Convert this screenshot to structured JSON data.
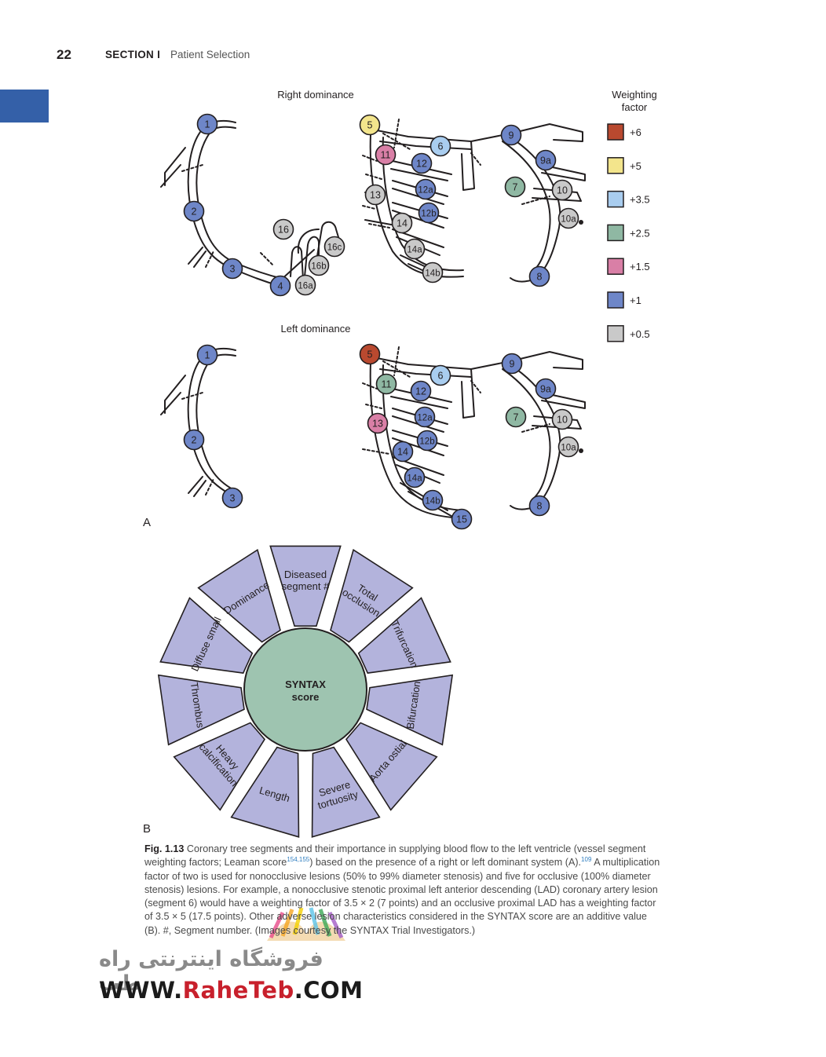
{
  "header": {
    "page_number": "22",
    "section_label": "SECTION I",
    "section_title": "Patient Selection"
  },
  "colors": {
    "side_tab": "#3460a8",
    "w6": "#b9492f",
    "w5": "#f3e58c",
    "w3_5": "#a9cdef",
    "w2_5": "#8fb8a3",
    "w1_5": "#d97fa6",
    "w1": "#6e86c8",
    "w0_5": "#c9c9c9",
    "wheel_center": "#9ec4b0",
    "wheel_petal": "#b3b3dc"
  },
  "panel_a": {
    "label": "A",
    "right_title": "Right dominance",
    "left_title": "Left dominance",
    "legend": {
      "title_line1": "Weighting",
      "title_line2": "factor",
      "items": [
        {
          "value": "+6",
          "color": "w6"
        },
        {
          "value": "+5",
          "color": "w5"
        },
        {
          "value": "+3.5",
          "color": "w3_5"
        },
        {
          "value": "+2.5",
          "color": "w2_5"
        },
        {
          "value": "+1.5",
          "color": "w1_5"
        },
        {
          "value": "+1",
          "color": "w1"
        },
        {
          "value": "+0.5",
          "color": "w0_5"
        }
      ]
    },
    "right_segments": [
      {
        "label": "1",
        "color": "w1"
      },
      {
        "label": "2",
        "color": "w1"
      },
      {
        "label": "3",
        "color": "w1"
      },
      {
        "label": "4",
        "color": "w1"
      },
      {
        "label": "16",
        "color": "w0_5"
      },
      {
        "label": "16a",
        "color": "w0_5"
      },
      {
        "label": "16b",
        "color": "w0_5"
      },
      {
        "label": "16c",
        "color": "w0_5"
      },
      {
        "label": "5",
        "color": "w5"
      },
      {
        "label": "6",
        "color": "w3_5"
      },
      {
        "label": "11",
        "color": "w1_5"
      },
      {
        "label": "12",
        "color": "w1"
      },
      {
        "label": "12a",
        "color": "w1"
      },
      {
        "label": "12b",
        "color": "w1"
      },
      {
        "label": "13",
        "color": "w0_5"
      },
      {
        "label": "14",
        "color": "w0_5"
      },
      {
        "label": "14a",
        "color": "w0_5"
      },
      {
        "label": "14b",
        "color": "w0_5"
      },
      {
        "label": "9",
        "color": "w1"
      },
      {
        "label": "9a",
        "color": "w1"
      },
      {
        "label": "7",
        "color": "w2_5"
      },
      {
        "label": "10",
        "color": "w0_5"
      },
      {
        "label": "10a",
        "color": "w0_5"
      },
      {
        "label": "8",
        "color": "w1"
      }
    ],
    "left_segments": [
      {
        "label": "1",
        "color": "w1"
      },
      {
        "label": "2",
        "color": "w1"
      },
      {
        "label": "3",
        "color": "w1"
      },
      {
        "label": "5",
        "color": "w6"
      },
      {
        "label": "6",
        "color": "w3_5"
      },
      {
        "label": "11",
        "color": "w2_5"
      },
      {
        "label": "12",
        "color": "w1"
      },
      {
        "label": "12a",
        "color": "w1"
      },
      {
        "label": "12b",
        "color": "w1"
      },
      {
        "label": "13",
        "color": "w1_5"
      },
      {
        "label": "14",
        "color": "w1"
      },
      {
        "label": "14a",
        "color": "w1"
      },
      {
        "label": "14b",
        "color": "w1"
      },
      {
        "label": "15",
        "color": "w1"
      },
      {
        "label": "9",
        "color": "w1"
      },
      {
        "label": "9a",
        "color": "w1"
      },
      {
        "label": "7",
        "color": "w2_5"
      },
      {
        "label": "10",
        "color": "w0_5"
      },
      {
        "label": "10a",
        "color": "w0_5"
      },
      {
        "label": "8",
        "color": "w1"
      }
    ]
  },
  "panel_b": {
    "label": "B",
    "center_line1": "SYNTAX",
    "center_line2": "score",
    "petals": [
      {
        "lines": [
          "Diseased",
          "segment #"
        ]
      },
      {
        "lines": [
          "Total",
          "occlusion"
        ]
      },
      {
        "lines": [
          "Trifurcation"
        ]
      },
      {
        "lines": [
          "Bifurcation"
        ]
      },
      {
        "lines": [
          "Aorta ostial"
        ]
      },
      {
        "lines": [
          "Severe",
          "tortuosity"
        ]
      },
      {
        "lines": [
          "Length"
        ]
      },
      {
        "lines": [
          "Heavy",
          "calcification"
        ]
      },
      {
        "lines": [
          "Thrombus"
        ]
      },
      {
        "lines": [
          "Diffuse small"
        ]
      },
      {
        "lines": [
          "Dominance"
        ]
      }
    ]
  },
  "caption": {
    "label": "Fig. 1.13",
    "t1": " Coronary tree segments and their importance in supplying blood flow to the left ventricle (vessel segment weighting factors; Leaman score",
    "ref1": "154,155",
    "t2": ") based on the presence of a right or left dominant system (A).",
    "ref2": "109",
    "t3": " A multiplication factor of two is used for nonocclusive lesions (50% to 99% diameter stenosis) and five for occlusive (100% diameter stenosis) lesions. For example, a nonocclusive stenotic proximal left anterior descending (LAD) coronary artery lesion (segment 6) would have a weighting factor of 3.5 × 2 (7 points) and an occlusive proximal LAD has a weighting factor of 3.5 × 5 (17.5 points). Other adverse lesion characteristics considered in the SYNTAX score are an additive value (B). #, Segment number. (Images courtesy the SYNTAX Trial Investigators.)"
  },
  "watermark": {
    "persian": "فروشگاه اینترنتی راه طب",
    "url_pre": "WWW.",
    "url_accent": "RaheTeb",
    "url_post": ".COM"
  }
}
